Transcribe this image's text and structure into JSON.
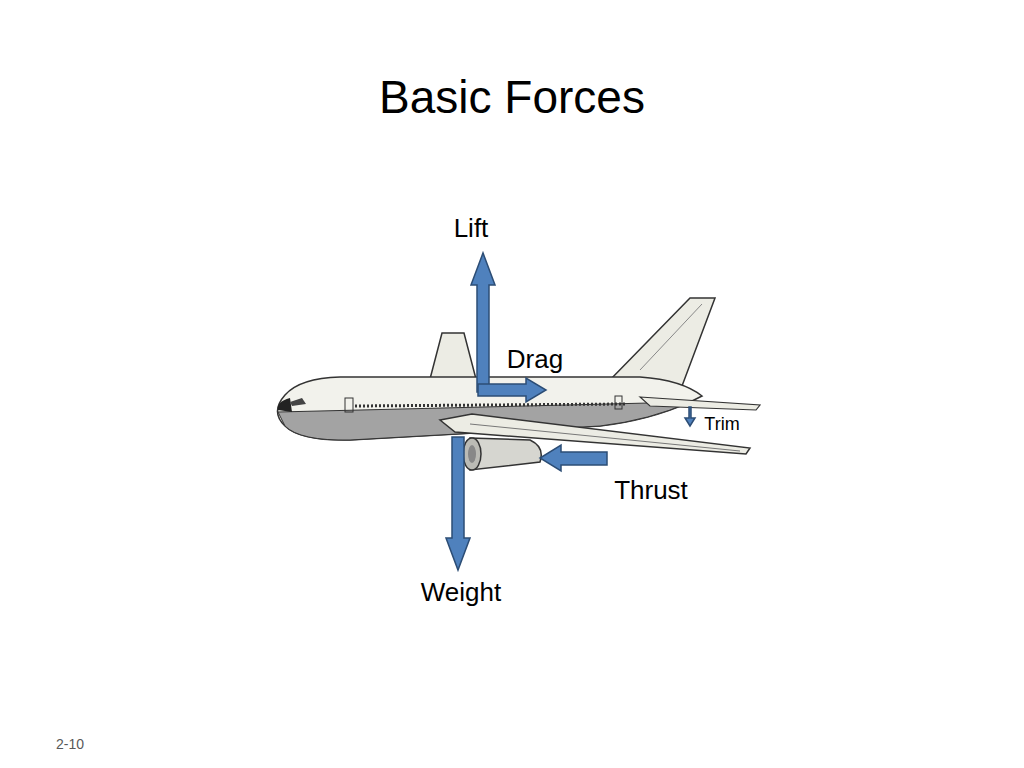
{
  "diagram": {
    "title": "Basic Forces",
    "labels": [
      "Lift",
      "Drag",
      "Trim",
      "Thrust",
      "Weight",
      "2-10"
    ]
  }
}
